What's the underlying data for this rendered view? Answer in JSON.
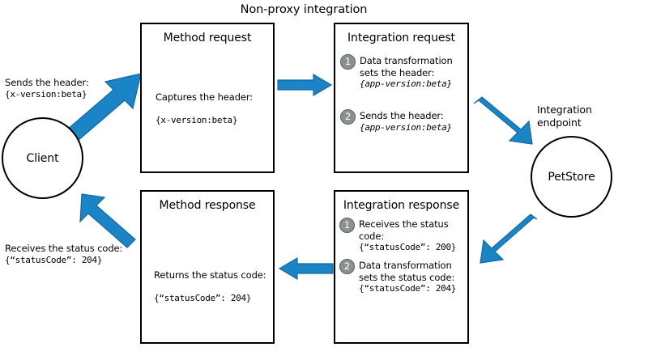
{
  "title": "Non-proxy integration",
  "accent_colors": {
    "arrow_blue": "#1b84c7",
    "arrow_blue_edge": "#13699f",
    "badge_gray": "#8b9192",
    "badge_gray_border": "#58605f",
    "stroke_black": "#000000",
    "background": "#ffffff"
  },
  "nodes": {
    "client": {
      "label": "Client"
    },
    "endpoint": {
      "caption": "Integration\nendpoint",
      "label": "PetStore"
    }
  },
  "edge_labels": {
    "request_from_client": {
      "line1": "Sends the header:",
      "line2": "{x-version:beta}"
    },
    "response_to_client": {
      "line1": "Receives the status code:",
      "line2": "{“statusCode”: 204}"
    }
  },
  "boxes": {
    "method_request": {
      "title": "Method request",
      "body_line1": "Captures the header:",
      "body_line2": "{x-version:beta}"
    },
    "integration_request": {
      "title": "Integration request",
      "steps": [
        {
          "number": "1",
          "line1": "Data transformation",
          "line2": "sets the header:",
          "line3": "{app-version:beta}"
        },
        {
          "number": "2",
          "line1": "Sends the header:",
          "line2": "{app-version:beta}"
        }
      ]
    },
    "method_response": {
      "title": "Method response",
      "body_line1": "Returns the status code:",
      "body_line2": "{“statusCode”: 204}"
    },
    "integration_response": {
      "title": "Integration response",
      "steps": [
        {
          "number": "1",
          "line1": "Receives the status code:",
          "line2": "{“statusCode”: 200}"
        },
        {
          "number": "2",
          "line1": "Data transformation",
          "line2": "sets the status code:",
          "line3": "{“statusCode”: 204}"
        }
      ]
    }
  },
  "arrows": [
    {
      "name": "client-to-method-request",
      "direction": "up-right"
    },
    {
      "name": "method-request-to-integration-request",
      "direction": "right"
    },
    {
      "name": "integration-request-to-endpoint",
      "direction": "down-right"
    },
    {
      "name": "endpoint-to-integration-response",
      "direction": "down-left"
    },
    {
      "name": "integration-response-to-method-response",
      "direction": "left"
    },
    {
      "name": "method-response-to-client",
      "direction": "up-left"
    }
  ]
}
